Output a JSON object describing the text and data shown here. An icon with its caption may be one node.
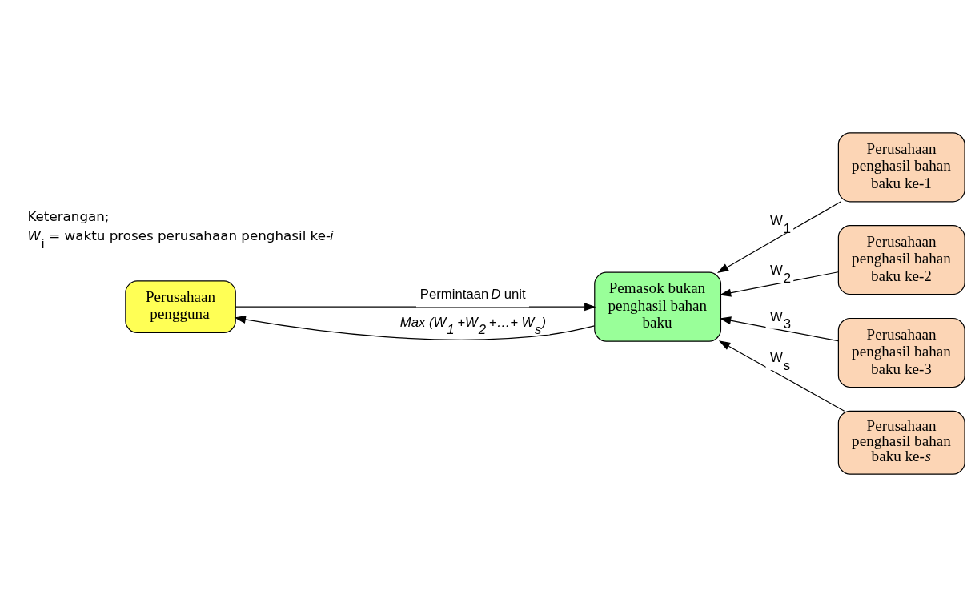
{
  "diagram": {
    "nodes": [
      {
        "text": [
          "Perusahaan pengguna"
        ]
      },
      {
        "text": [
          "Pemasok bukan penghasil bahan baku"
        ]
      },
      {
        "text": [
          "Perusahaan penghasil bahan baku ke-1"
        ]
      },
      {
        "text": [
          "Perusahaan penghasil bahan baku ke-2"
        ]
      },
      {
        "text": [
          "Perusahaan penghasil bahan baku ke-3"
        ]
      },
      {
        "text": [
          "Perusahaan penghasil bahan baku ke-*s*"
        ]
      }
    ],
    "edges": [
      {
        "from": 0,
        "to": 1,
        "arrow": "to",
        "label": "Permintaan *D* unit"
      },
      {
        "from": 1,
        "to": 0,
        "arrow": "to",
        "label": "*Max (W$_{1}$ +W$_{2}$ +…+ W$_{s}$)*"
      },
      {
        "from": 2,
        "to": 1,
        "arrow": "to",
        "label": "W$_{1}$"
      },
      {
        "from": 3,
        "to": 1,
        "arrow": "to",
        "label": "W$_{2}$"
      },
      {
        "from": 4,
        "to": 1,
        "arrow": "to",
        "label": "W$_{3}$"
      },
      {
        "from": 5,
        "to": 1,
        "arrow": "to",
        "label": "W$_{s}$"
      }
    ],
    "labels": [
      "Keterangan;",
      "*W*$_{i}$ = waktu proses perusahaan penghasil ke-*i*"
    ]
  }
}
